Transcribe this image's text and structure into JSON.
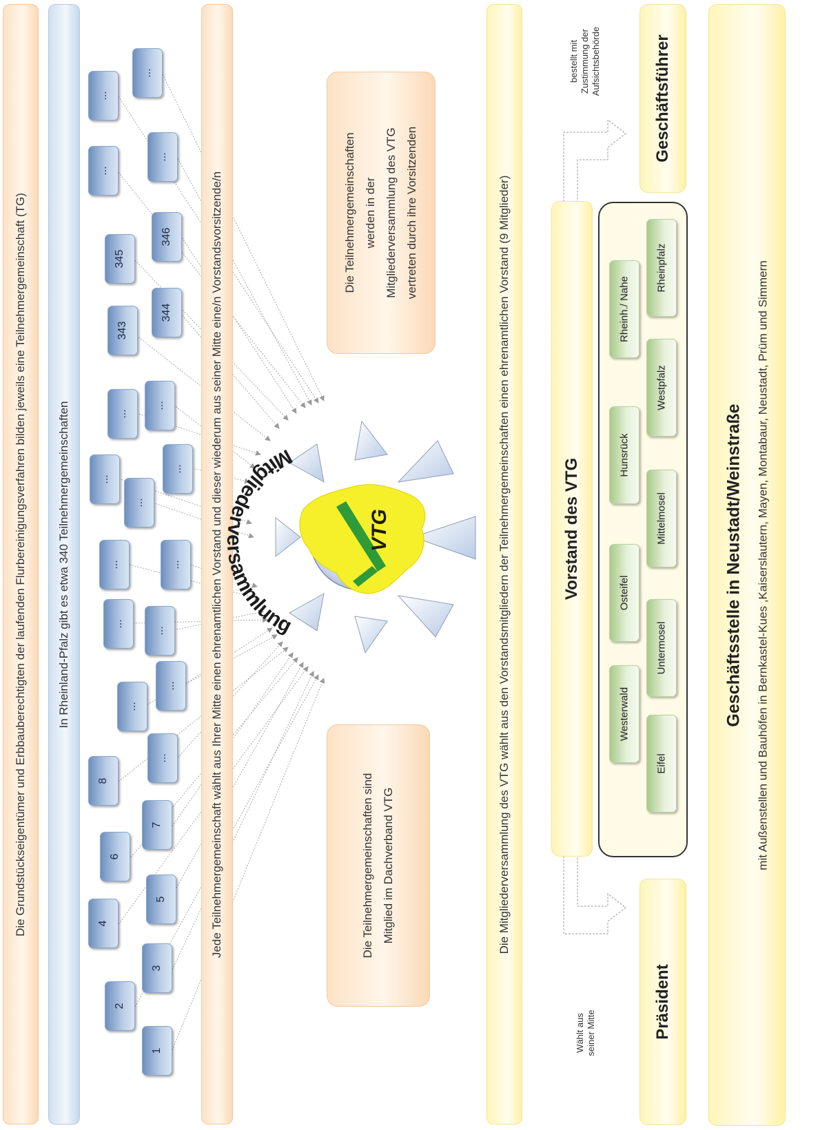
{
  "bands": {
    "owners": "Die Grundstückseigentümer und Erbbauberechtigten der laufenden Flurbereinigungsverfahren bilden jeweils eine Teilnehmergemeinschaft (TG)",
    "count": "In Rheinland-Pfalz gibt es etwa  340 Teilnehmergemeinschaften",
    "board_each": "Jede Teilnehmergemeinschaft wählt aus Ihrer Mitte einen ehrenamtlichen Vorstand und dieser wiederum aus seiner Mitte eine/n Vorstandsvorsitzende/n",
    "assembly_elects": "Die Mitgliederversammlung des VTG wählt aus den Vorstandsmitgliedern der Teilnehmergemeinschaften einen ehrenamtlichen Vorstand (9 Mitglieder)"
  },
  "tg_labels": {
    "t1": "1",
    "t2": "2",
    "t3": "3",
    "t4": "4",
    "t5": "5",
    "t6": "6",
    "t7": "7",
    "t8": "8",
    "t343": "343",
    "t344": "344",
    "t345": "345",
    "t346": "346",
    "dots": "..."
  },
  "notes": {
    "member": [
      "Die Teilnehmergemeinschaften sind",
      "Mitglied im Dachverband  VTG"
    ],
    "represented": [
      "Die Teilnehmergemeinschaften",
      "werden  in der",
      "Mitgliederversammlung des VTG",
      "vertreten durch ihre Vorsitzenden"
    ]
  },
  "center": {
    "arc_text": "Mitgliederversammlung",
    "logo_text": "VTG"
  },
  "vorstand": {
    "title": "Vorstand des VTG",
    "regions": {
      "eifel": "Eifel",
      "westerwald": "Westerwald",
      "untermosel": "Untermosel",
      "osteifel": "Osteifel",
      "mittelmosel": "Mittelmosel",
      "hunsrueck": "Hunsrück",
      "westpfalz": "Westpfalz",
      "rheinhnahe": "Rheinh./ Nahe",
      "rheinpfalz": "Rheinpfalz"
    }
  },
  "arrows": {
    "elects": [
      "Wählt aus",
      "seiner Mitte"
    ],
    "appoints": [
      "bestellt mit",
      "Zustimmung der",
      "Aufsichtsbehörde"
    ]
  },
  "roles": {
    "president": "Präsident",
    "manager": "Geschäftsführer"
  },
  "office": {
    "title": "Geschäftsstelle in Neustadt/Weinstraße",
    "subtitle": "mit Außenstellen und Bauhöfen in Bernkastel-Kues ,Kaiserslautern, Mayen, Montabaur, Neustadt, Prüm und Simmern"
  },
  "colors": {
    "orange_band": "#fde2c6",
    "blue_band": "#cfe0f2",
    "yellow_band": "#fff5b8",
    "tg_box": "#6d8fbf",
    "region_box": "#a9c98a",
    "logo_yellow": "#f5f02a",
    "logo_green": "#2e9a3a"
  }
}
